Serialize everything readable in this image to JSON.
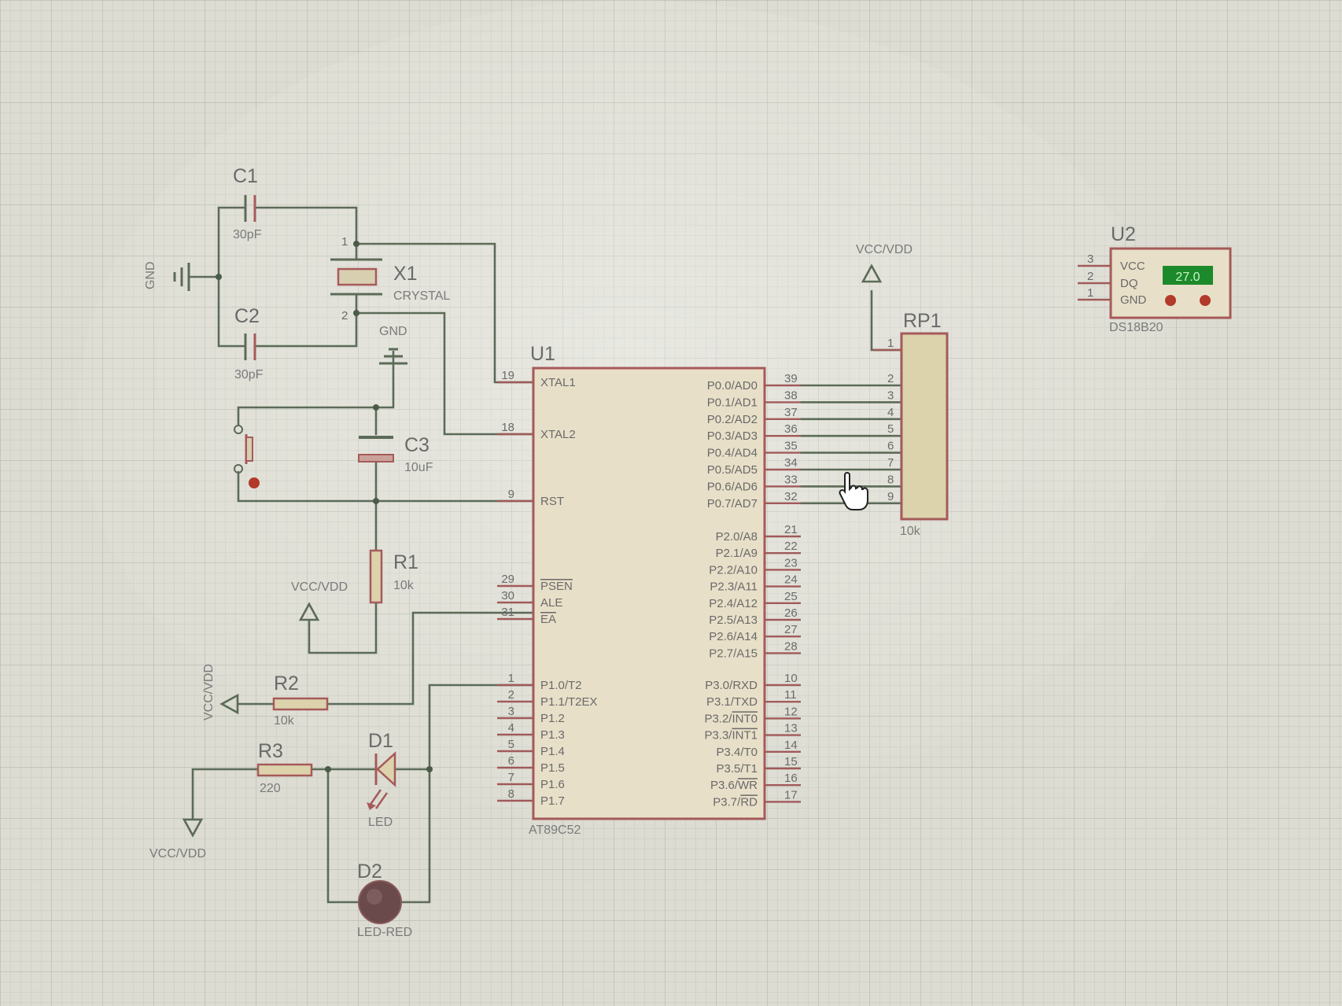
{
  "colors": {
    "background": "#dcdcd2",
    "grid_minor": "#c6c8c0",
    "grid_major": "#b4b8ae",
    "wire": "#5c6b58",
    "pin": "#a05a5a",
    "component_fill": "#e8dfc8",
    "component_border": "#a65a5a",
    "lcd_green": "#1c8a2a",
    "led_red": "#6a4a4a"
  },
  "components": {
    "c1": {
      "ref": "C1",
      "value": "30pF"
    },
    "c2": {
      "ref": "C2",
      "value": "30pF"
    },
    "c3": {
      "ref": "C3",
      "value": "10uF"
    },
    "x1": {
      "ref": "X1",
      "value": "CRYSTAL",
      "pin1": "1",
      "pin2": "2"
    },
    "r1": {
      "ref": "R1",
      "value": "10k"
    },
    "r2": {
      "ref": "R2",
      "value": "10k"
    },
    "r3": {
      "ref": "R3",
      "value": "220"
    },
    "d1": {
      "ref": "D1",
      "value": "LED"
    },
    "d2": {
      "ref": "D2",
      "value": "LED-RED"
    },
    "rp1": {
      "ref": "RP1",
      "value": "10k",
      "pins": [
        "1",
        "2",
        "3",
        "4",
        "5",
        "6",
        "7",
        "8",
        "9"
      ]
    },
    "u1": {
      "ref": "U1",
      "part": "AT89C52"
    },
    "u2": {
      "ref": "U2",
      "part": "DS18B20",
      "display": "27.0",
      "pins": [
        {
          "num": "3",
          "name": "VCC"
        },
        {
          "num": "2",
          "name": "DQ"
        },
        {
          "num": "1",
          "name": "GND"
        }
      ]
    }
  },
  "power": {
    "gnd_left": "GND",
    "gnd_top": "GND",
    "vcc_rp1": "VCC/VDD",
    "vcc_r1": "VCC/VDD",
    "vcc_r2": "VCC/VDD",
    "vcc_r3": "VCC/VDD"
  },
  "u1_left_pins": [
    {
      "num": "19",
      "name": "XTAL1"
    },
    {
      "num": "18",
      "name": "XTAL2"
    },
    {
      "num": "9",
      "name": "RST"
    },
    {
      "num": "29",
      "name": "PSEN",
      "overline": true
    },
    {
      "num": "30",
      "name": "ALE"
    },
    {
      "num": "31",
      "name": "EA",
      "overline": true
    },
    {
      "num": "1",
      "name": "P1.0/T2"
    },
    {
      "num": "2",
      "name": "P1.1/T2EX"
    },
    {
      "num": "3",
      "name": "P1.2"
    },
    {
      "num": "4",
      "name": "P1.3"
    },
    {
      "num": "5",
      "name": "P1.4"
    },
    {
      "num": "6",
      "name": "P1.5"
    },
    {
      "num": "7",
      "name": "P1.6"
    },
    {
      "num": "8",
      "name": "P1.7"
    }
  ],
  "u1_right_pins": [
    {
      "num": "39",
      "name": "P0.0/AD0"
    },
    {
      "num": "38",
      "name": "P0.1/AD1"
    },
    {
      "num": "37",
      "name": "P0.2/AD2"
    },
    {
      "num": "36",
      "name": "P0.3/AD3"
    },
    {
      "num": "35",
      "name": "P0.4/AD4"
    },
    {
      "num": "34",
      "name": "P0.5/AD5"
    },
    {
      "num": "33",
      "name": "P0.6/AD6"
    },
    {
      "num": "32",
      "name": "P0.7/AD7"
    },
    {
      "num": "21",
      "name": "P2.0/A8"
    },
    {
      "num": "22",
      "name": "P2.1/A9"
    },
    {
      "num": "23",
      "name": "P2.2/A10"
    },
    {
      "num": "24",
      "name": "P2.3/A11"
    },
    {
      "num": "25",
      "name": "P2.4/A12"
    },
    {
      "num": "26",
      "name": "P2.5/A13"
    },
    {
      "num": "27",
      "name": "P2.6/A14"
    },
    {
      "num": "28",
      "name": "P2.7/A15"
    },
    {
      "num": "10",
      "name": "P3.0/RXD"
    },
    {
      "num": "11",
      "name": "P3.1/TXD"
    },
    {
      "num": "12",
      "name": "P3.2/INT0",
      "overline": "INT0"
    },
    {
      "num": "13",
      "name": "P3.3/INT1",
      "overline": "INT1"
    },
    {
      "num": "14",
      "name": "P3.4/T0"
    },
    {
      "num": "15",
      "name": "P3.5/T1"
    },
    {
      "num": "16",
      "name": "P3.6/WR",
      "overline": "WR"
    },
    {
      "num": "17",
      "name": "P3.7/RD",
      "overline": "RD"
    }
  ]
}
